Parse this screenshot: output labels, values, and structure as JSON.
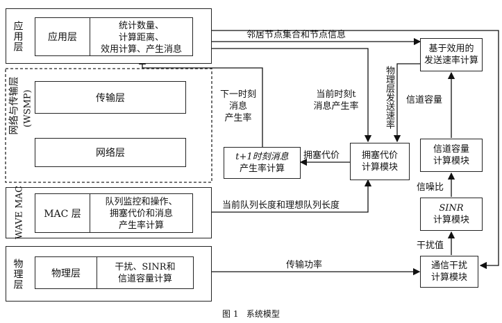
{
  "layers": {
    "app": {
      "label": "应用层",
      "inner": "应用层",
      "funcs": [
        "统计数量、",
        "计算距离、",
        "效用计算、产生消息"
      ]
    },
    "transport": {
      "label": "网络与传输层",
      "sublabel": "(WSMP)",
      "transport_box": "传输层",
      "network_box": "网络层"
    },
    "wave": {
      "label": "WAVE MAC",
      "inner": "MAC 层",
      "funcs": [
        "队列监控和操作、",
        "拥塞代价和消息",
        "产生率计算"
      ]
    },
    "phy": {
      "label": "物理层",
      "inner": "物理层",
      "funcs": [
        "干扰、SINR和",
        "信道容量计算"
      ]
    }
  },
  "modules": {
    "utility_rate": [
      "基于效用的",
      "发送速率计算"
    ],
    "next_rate": [
      "t+1时刻消息",
      "产生率计算"
    ],
    "congestion": [
      "拥塞代价",
      "计算模块"
    ],
    "channel_capacity": [
      "信道容量",
      "计算模块"
    ],
    "sinr": [
      "SINR",
      "计算模块"
    ],
    "interference": [
      "通信干扰",
      "计算模块"
    ]
  },
  "edge_labels": {
    "neighbor_info": "邻居节点集合和节点信息",
    "next_time_rate": [
      "下一时刻",
      "消息",
      "产生率"
    ],
    "current_time_rate": [
      "当前时刻t",
      "消息产生率"
    ],
    "phy_send_rate": "物理层发送速率",
    "channel_capacity": "信道容量",
    "congestion_cost": "拥塞代价",
    "queue_length": "当前队列长度和理想队列长度",
    "sinr_out": "信噪比",
    "interference_value": "干扰值",
    "tx_power": "传输功率"
  },
  "caption": "图 1   系统模型"
}
